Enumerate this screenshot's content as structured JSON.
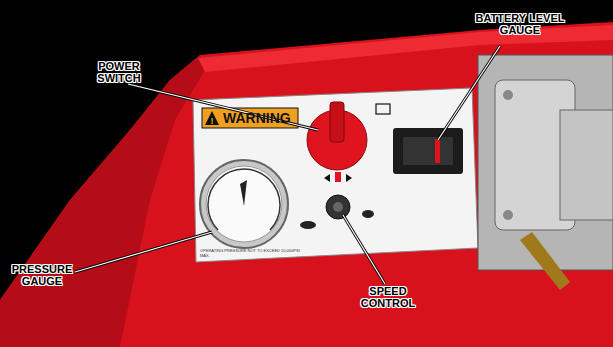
{
  "diagram": {
    "labels": [
      "POWER SWITCH",
      "BATTERY LEVEL GAUGE",
      "WARNING",
      "PRESSURE GAUGE",
      "SPEED CONTROL",
      "OPERATING PRESSURE NOT TO EXCEED 10,000PSI MAX."
    ]
  }
}
